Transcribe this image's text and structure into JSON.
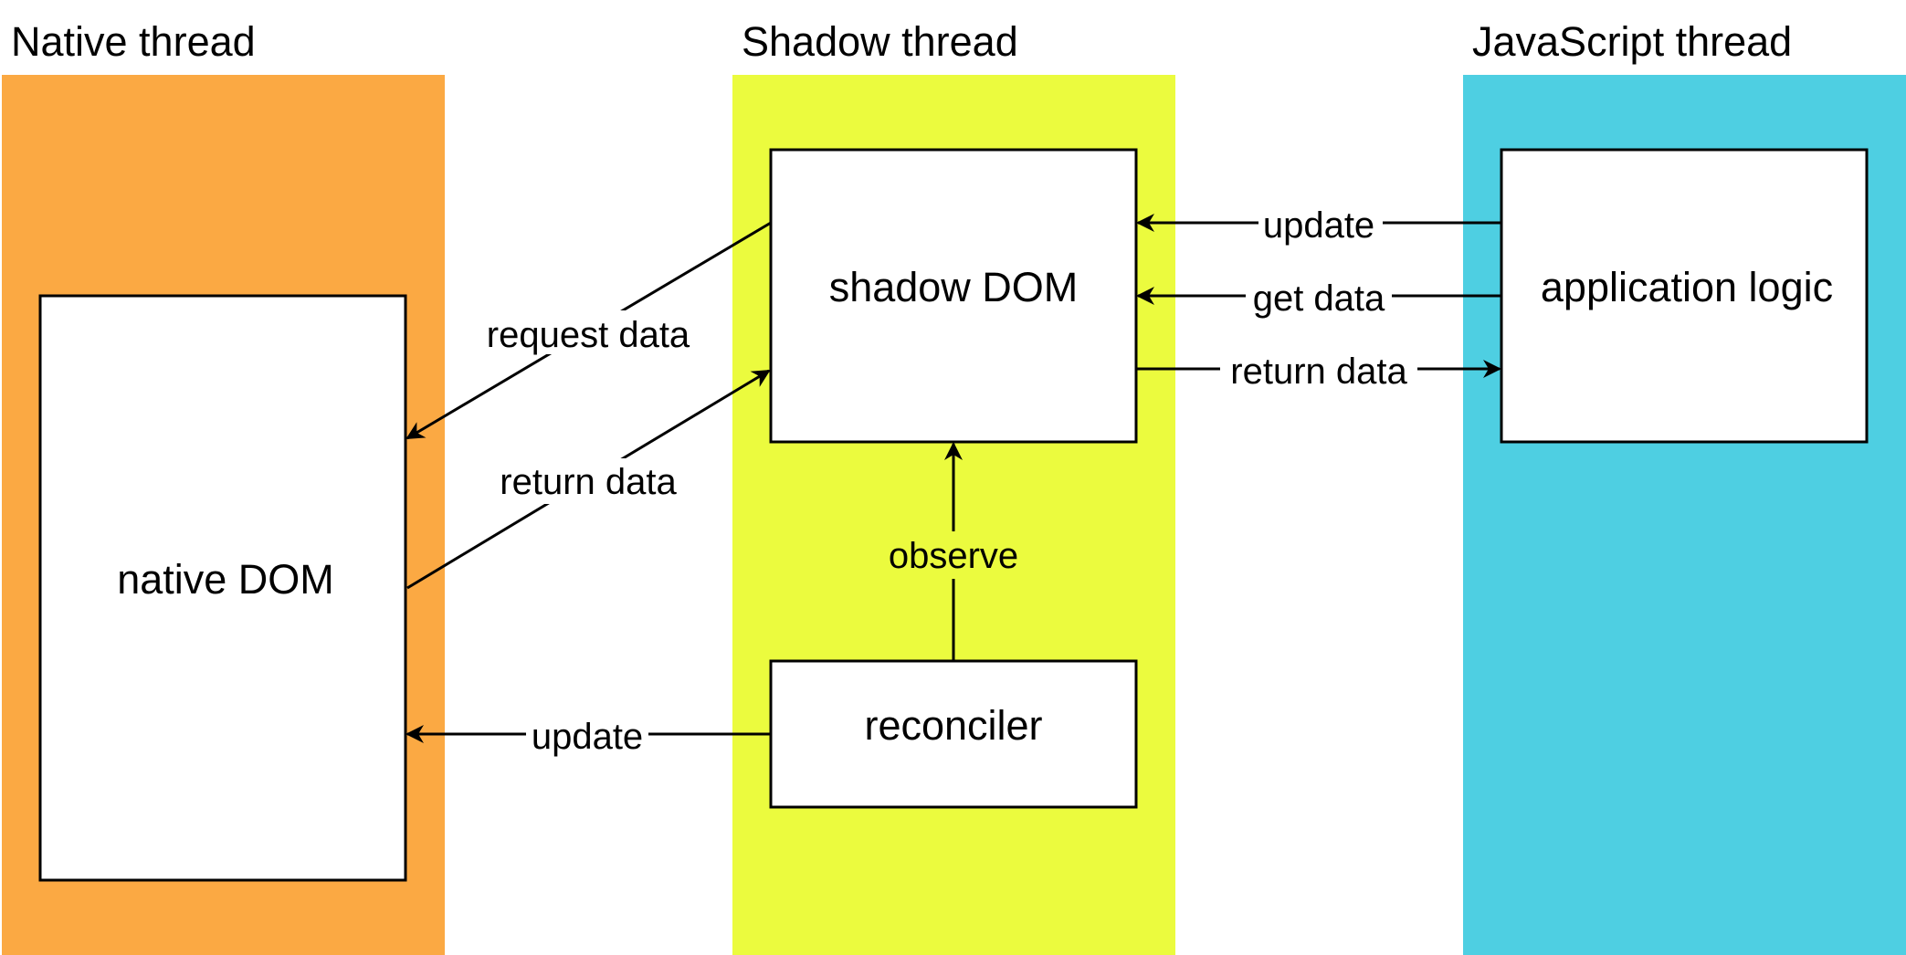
{
  "colors": {
    "native_lane": "#FBA943",
    "shadow_lane": "#EBFB3E",
    "js_lane": "#4ECFE2",
    "box_fill": "#FFFFFF",
    "stroke": "#000000"
  },
  "lanes": {
    "native": {
      "title": "Native thread"
    },
    "shadow": {
      "title": "Shadow thread"
    },
    "js": {
      "title": "JavaScript thread"
    }
  },
  "nodes": {
    "native_dom": {
      "label": "native DOM"
    },
    "shadow_dom": {
      "label": "shadow DOM"
    },
    "reconciler": {
      "label": "reconciler"
    },
    "app_logic": {
      "label": "application logic"
    }
  },
  "edges": {
    "request_data": {
      "label": "request data",
      "from": "shadow DOM",
      "to": "native DOM"
    },
    "return_data_native": {
      "label": "return data",
      "from": "native DOM",
      "to": "shadow DOM"
    },
    "update_native": {
      "label": "update",
      "from": "reconciler",
      "to": "native DOM"
    },
    "observe": {
      "label": "observe",
      "from": "reconciler",
      "to": "shadow DOM"
    },
    "update_shadow": {
      "label": "update",
      "from": "application logic",
      "to": "shadow DOM"
    },
    "get_data": {
      "label": "get data",
      "from": "application logic",
      "to": "shadow DOM"
    },
    "return_data_js": {
      "label": "return data",
      "from": "shadow DOM",
      "to": "application logic"
    }
  }
}
